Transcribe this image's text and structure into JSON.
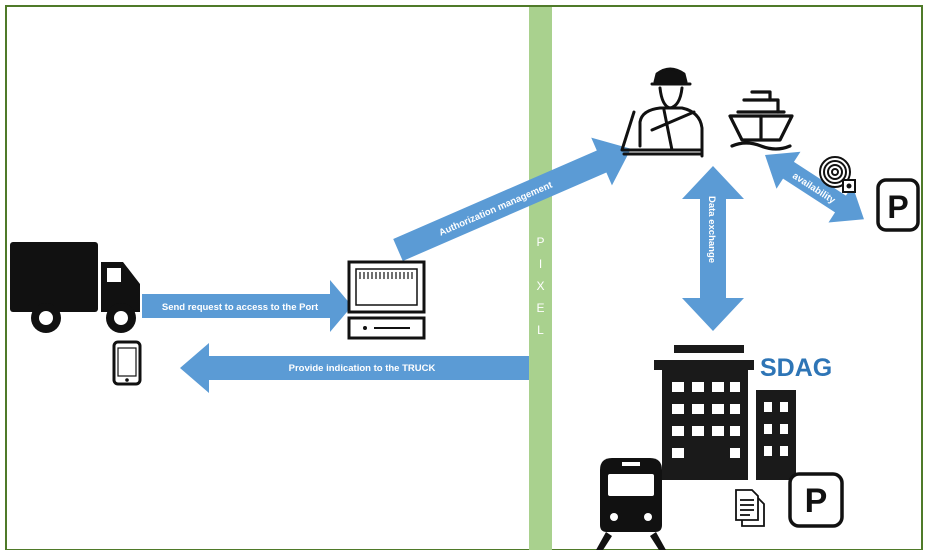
{
  "colors": {
    "border": "#4f7a29",
    "arrow": "#5b9bd5",
    "pixel_band": "#a9d18e",
    "icon": "#111111",
    "sdag_text": "#2e75b6"
  },
  "labels": {
    "send_request": "Send request to access to the Port",
    "provide_indication": "Provide indication to the TRUCK",
    "authorization": "Authorization management",
    "data_exchange": "Data exchange",
    "availability": "availability",
    "pixel_letters": [
      "P",
      "I",
      "X",
      "E",
      "L"
    ],
    "sdag": "SDAG",
    "parking_sign": "P"
  },
  "icons": [
    "truck-icon",
    "smartphone-icon",
    "computer-terminal-icon",
    "customs-officer-icon",
    "ship-icon",
    "rfid-sensor-icon",
    "parking-sign-icon",
    "building-icon",
    "train-icon",
    "document-icon"
  ]
}
